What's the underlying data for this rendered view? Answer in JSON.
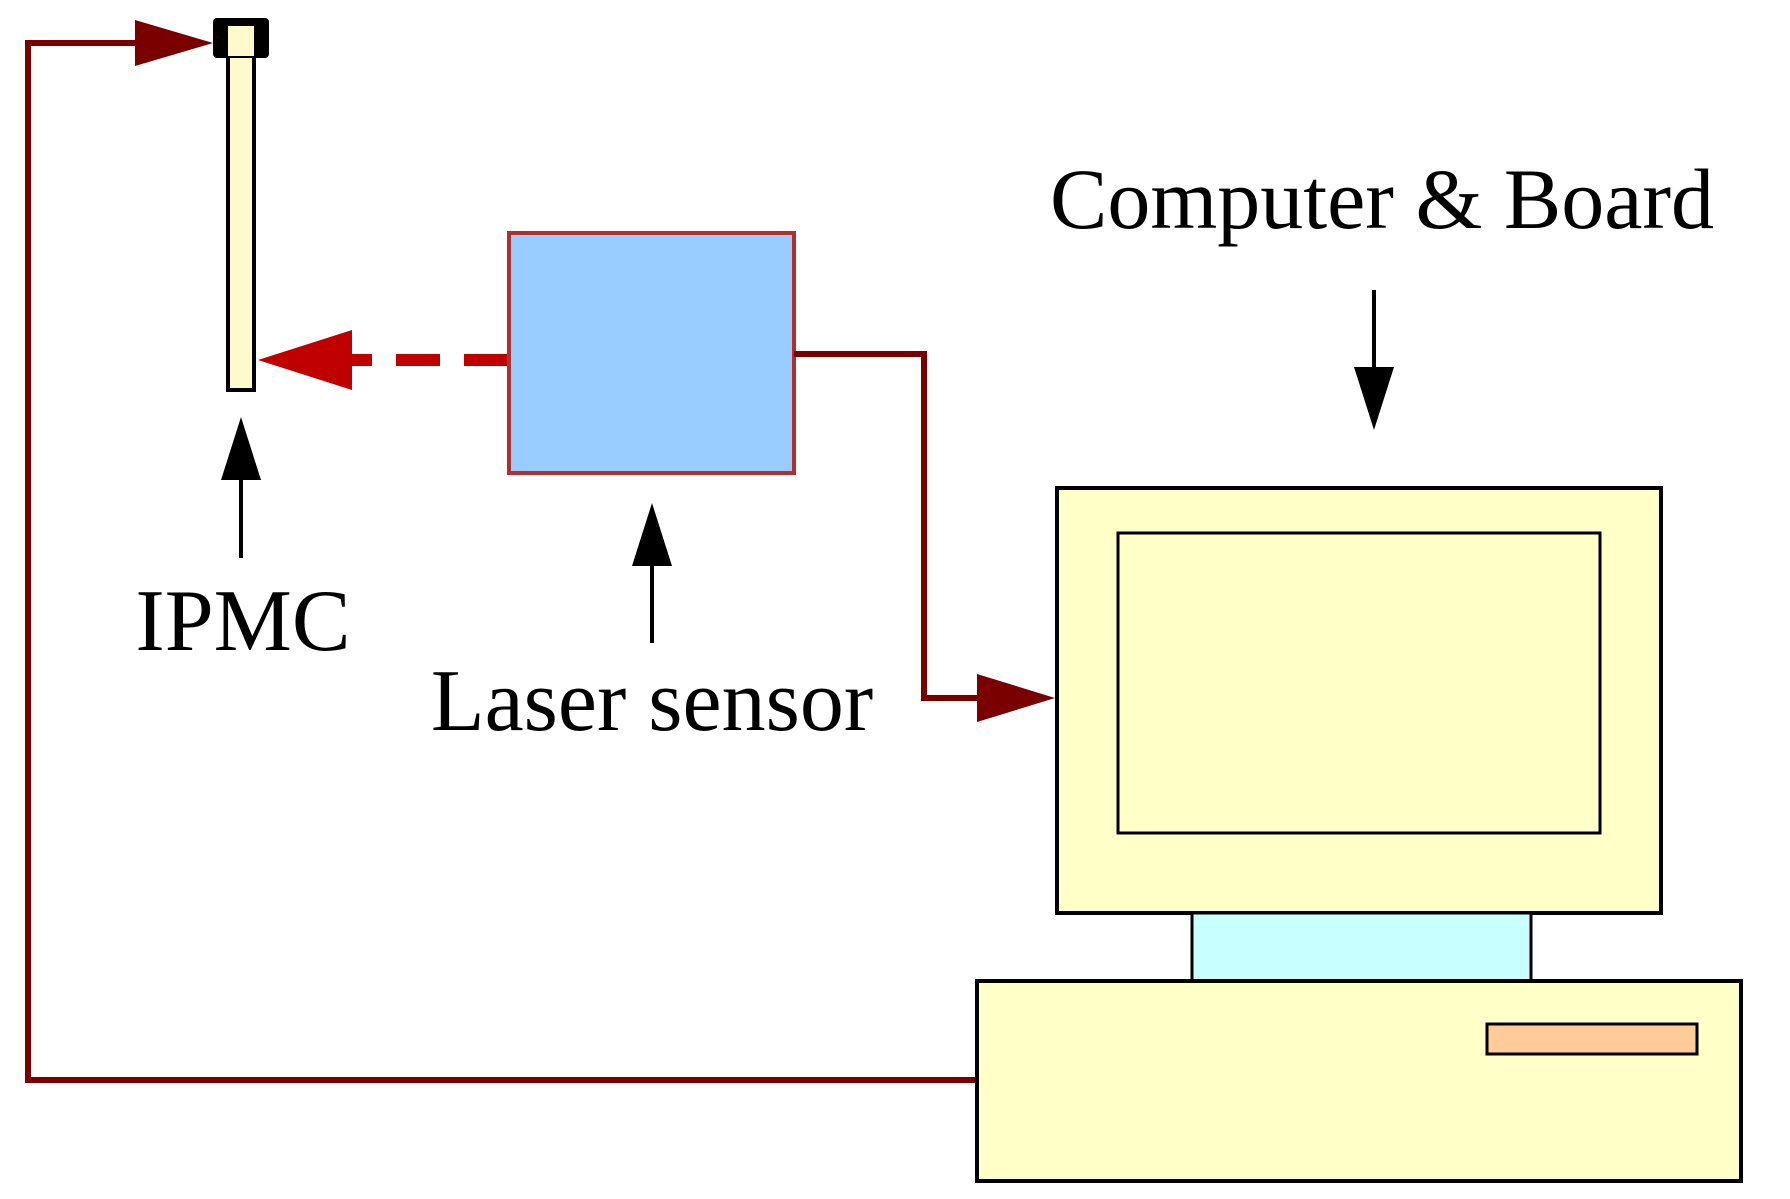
{
  "labels": {
    "ipmc": "IPMC",
    "laser_sensor": "Laser sensor",
    "computer_board": "Computer & Board"
  },
  "colors": {
    "wire": "#7a0000",
    "laser_beam": "#c00000",
    "ipmc_strip": "#fffacc",
    "ipmc_clamp": "#000000",
    "laser_box": "#99ccff",
    "laser_box_border": "#b03030",
    "monitor_body": "#ffffc8",
    "monitor_stand": "#c8ffff",
    "drive_slot": "#ffcc99",
    "pointer_arrow": "#000000"
  },
  "icons": {
    "ipmc": "ipmc-strip-icon",
    "laser": "laser-sensor-box",
    "computer": "computer-icon"
  }
}
